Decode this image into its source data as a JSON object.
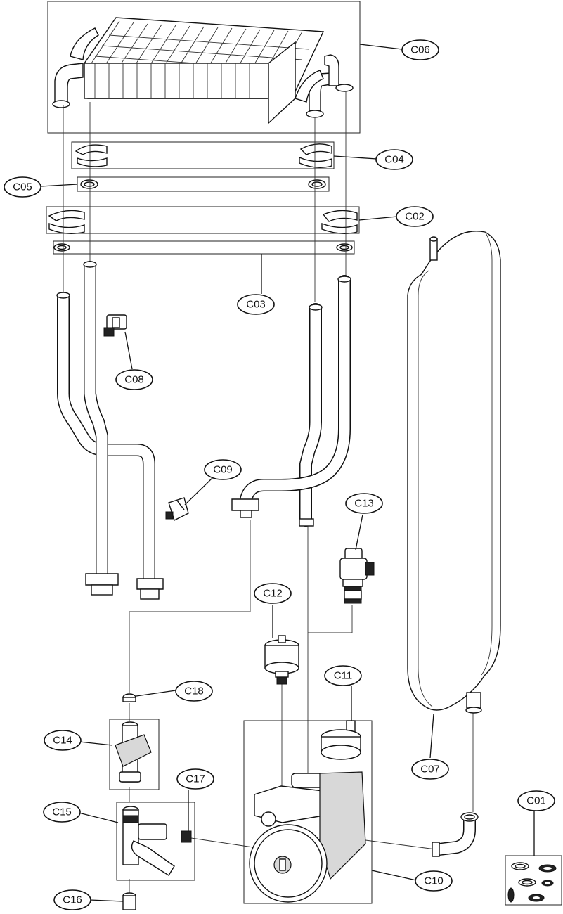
{
  "labels": {
    "c01": "C01",
    "c02": "C02",
    "c03": "C03",
    "c04": "C04",
    "c05": "C05",
    "c06": "C06",
    "c07": "C07",
    "c08": "C08",
    "c09": "C09",
    "c10": "C10",
    "c11": "C11",
    "c12": "C12",
    "c13": "C13",
    "c14": "C14",
    "c15": "C15",
    "c16": "C16",
    "c17": "C17",
    "c18": "C18"
  }
}
